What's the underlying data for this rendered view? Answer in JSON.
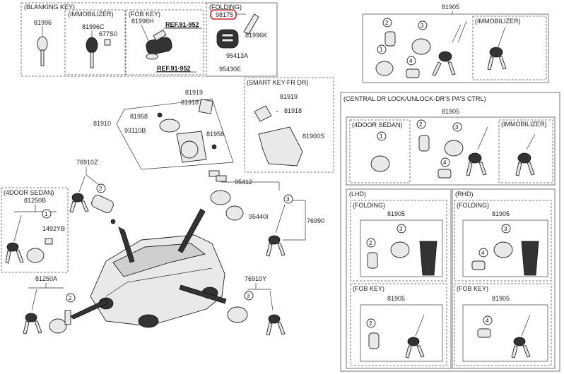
{
  "sections": {
    "blanking_key": "(BLANKING KEY)",
    "immobilizer": "(IMMOBILIZER)",
    "fob_key": "(FOB KEY)",
    "folding": "(FOLDING)",
    "smart_key": "(SMART KEY-FR DR)",
    "central_lock": "(CENTRAL DR LOCK/UNLOCK-DR'S  PA'S CTRL)",
    "four_door_sedan": "(4DOOR SEDAN)",
    "lhd": "(LHD)",
    "rhd": "(RHD)"
  },
  "parts": {
    "p81996": "81996",
    "p81996C": "81996C",
    "p677S0": "677S0",
    "p81996H": "81996H",
    "ref_a": "REF.91-952",
    "ref_b": "REF.91-952",
    "p98175": "98175",
    "p81996K": "81996K",
    "p95413A": "95413A",
    "p95430E": "95430E",
    "p81905": "81905",
    "p81919": "81919",
    "p81918": "81918",
    "p81958": "81958",
    "p81910": "81910",
    "p93110B": "93110B",
    "p81900S": "81900S",
    "p76910Z": "76910Z",
    "p81250B": "81250B",
    "p1492YB": "1492YB",
    "p81250A": "81250A",
    "p95412": "95412",
    "p95440I": "95440I",
    "p76990": "76990",
    "p76910Y": "76910Y"
  },
  "callouts": [
    "1",
    "2",
    "3",
    "4"
  ],
  "highlight_color": "#e02020"
}
